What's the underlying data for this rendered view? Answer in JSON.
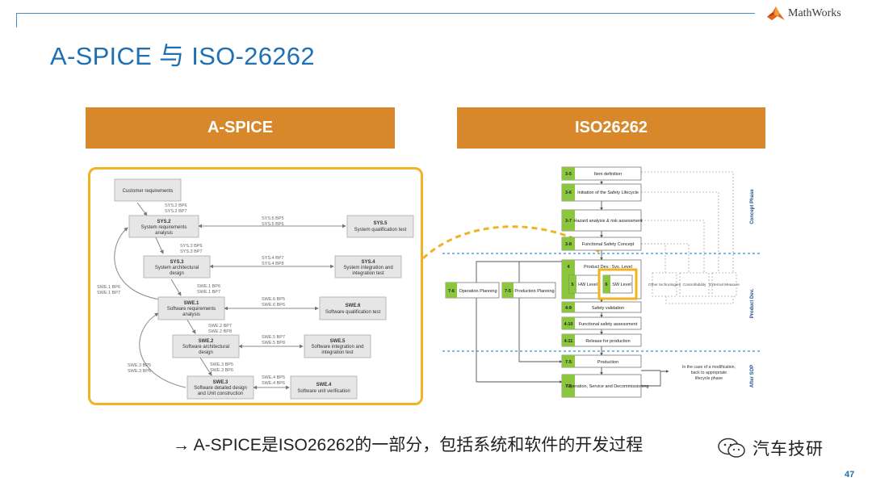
{
  "slide": {
    "title": "A-SPICE 与 ISO-26262",
    "logo_text": "MathWorks",
    "caption": "→ A-SPICE是ISO26262的一部分，包括系统和软件的开发过程",
    "watermark": "汽车技研",
    "page_number": "47",
    "accent_color": "#1f6fb3",
    "header_color": "#d8882a",
    "highlight_color": "#f0b323"
  },
  "headers": {
    "left": "A-SPICE",
    "right": "ISO26262"
  },
  "aspice": {
    "boxes": [
      {
        "id": "customer",
        "lines": [
          "Customer requirements"
        ]
      },
      {
        "id": "sys2",
        "lines": [
          "SYS.2",
          "System requirements",
          "analysis"
        ]
      },
      {
        "id": "sys3",
        "lines": [
          "SYS.3",
          "System architectural",
          "design"
        ]
      },
      {
        "id": "swe1",
        "lines": [
          "SWE.1",
          "Software requirements",
          "analysis"
        ]
      },
      {
        "id": "swe2",
        "lines": [
          "SWE.2",
          "Software architectural",
          "design"
        ]
      },
      {
        "id": "swe3",
        "lines": [
          "SWE.3",
          "Software detailed design",
          "and Unit construction"
        ]
      },
      {
        "id": "sys5",
        "lines": [
          "SYS.5",
          "System qualification test"
        ]
      },
      {
        "id": "sys4",
        "lines": [
          "SYS.4",
          "System integration and",
          "integration test"
        ]
      },
      {
        "id": "swe6",
        "lines": [
          "SWE.6",
          "Software qualification test"
        ]
      },
      {
        "id": "swe5",
        "lines": [
          "SWE.5",
          "Software integration and",
          "integration test"
        ]
      },
      {
        "id": "swe4",
        "lines": [
          "SWE.4",
          "Software unit verification"
        ]
      }
    ],
    "bp_labels": {
      "a": [
        "SYS.2 BP6",
        "SYS.2 BP7"
      ],
      "b": [
        "SYS.5 BP5",
        "SYS.5 BP6"
      ],
      "c": [
        "SYS.3 BP6",
        "SYS.3 BP7"
      ],
      "d": [
        "SYS.4 BP7",
        "SYS.4 BP8"
      ],
      "e": [
        "SWE.1 BP6",
        "SWE.1 BP7"
      ],
      "f": [
        "SWE.1 BP6",
        "SWE.1 BP7"
      ],
      "g": [
        "SWE.6 BP5",
        "SWE.6 BP6"
      ],
      "h": [
        "SWE.2 BP7",
        "SWE.2 BP8"
      ],
      "i": [
        "SWE.5 BP7",
        "SWE.5 BP8"
      ],
      "j": [
        "SWE.3 BP5",
        "SWE.3 BP6"
      ],
      "k": [
        "SWE.3 BP5",
        "SWE.3 BP6"
      ],
      "l": [
        "SWE.4 BP5",
        "SWE.4 BP6"
      ]
    }
  },
  "iso": {
    "items": [
      {
        "num": "3-5",
        "label": "Item definition"
      },
      {
        "num": "3-6",
        "label": "Initiation of the Safety Lifecycle"
      },
      {
        "num": "3-7",
        "label": "Hazard analysis & risk assessment"
      },
      {
        "num": "3-8",
        "label": "Functional Safety Concept"
      },
      {
        "num": "4",
        "label": "Product Dev.: Sys. Level"
      },
      {
        "num": "4-9",
        "label": "Safety validation"
      },
      {
        "num": "4-10",
        "label": "Functional safety assessment"
      },
      {
        "num": "4-11",
        "label": "Release for production"
      },
      {
        "num": "7-5",
        "label": "Production"
      },
      {
        "num": "7-6",
        "label": "Operation, Service and Decommissioning"
      }
    ],
    "hw": {
      "num": "5",
      "label": "HW Level"
    },
    "sw": {
      "num": "6",
      "label": "SW Level"
    },
    "side": [
      {
        "num": "7-6",
        "label": "Operation Planning"
      },
      {
        "num": "7-5",
        "label": "Production Planning"
      }
    ],
    "other": [
      "Other technologies",
      "Controllability",
      "External Measure"
    ],
    "note": [
      "In the case of a modification,",
      "back to appropriate",
      "lifecycle phase"
    ],
    "phases": [
      "Concept Phase",
      "Product Dev.",
      "After SOP"
    ]
  }
}
